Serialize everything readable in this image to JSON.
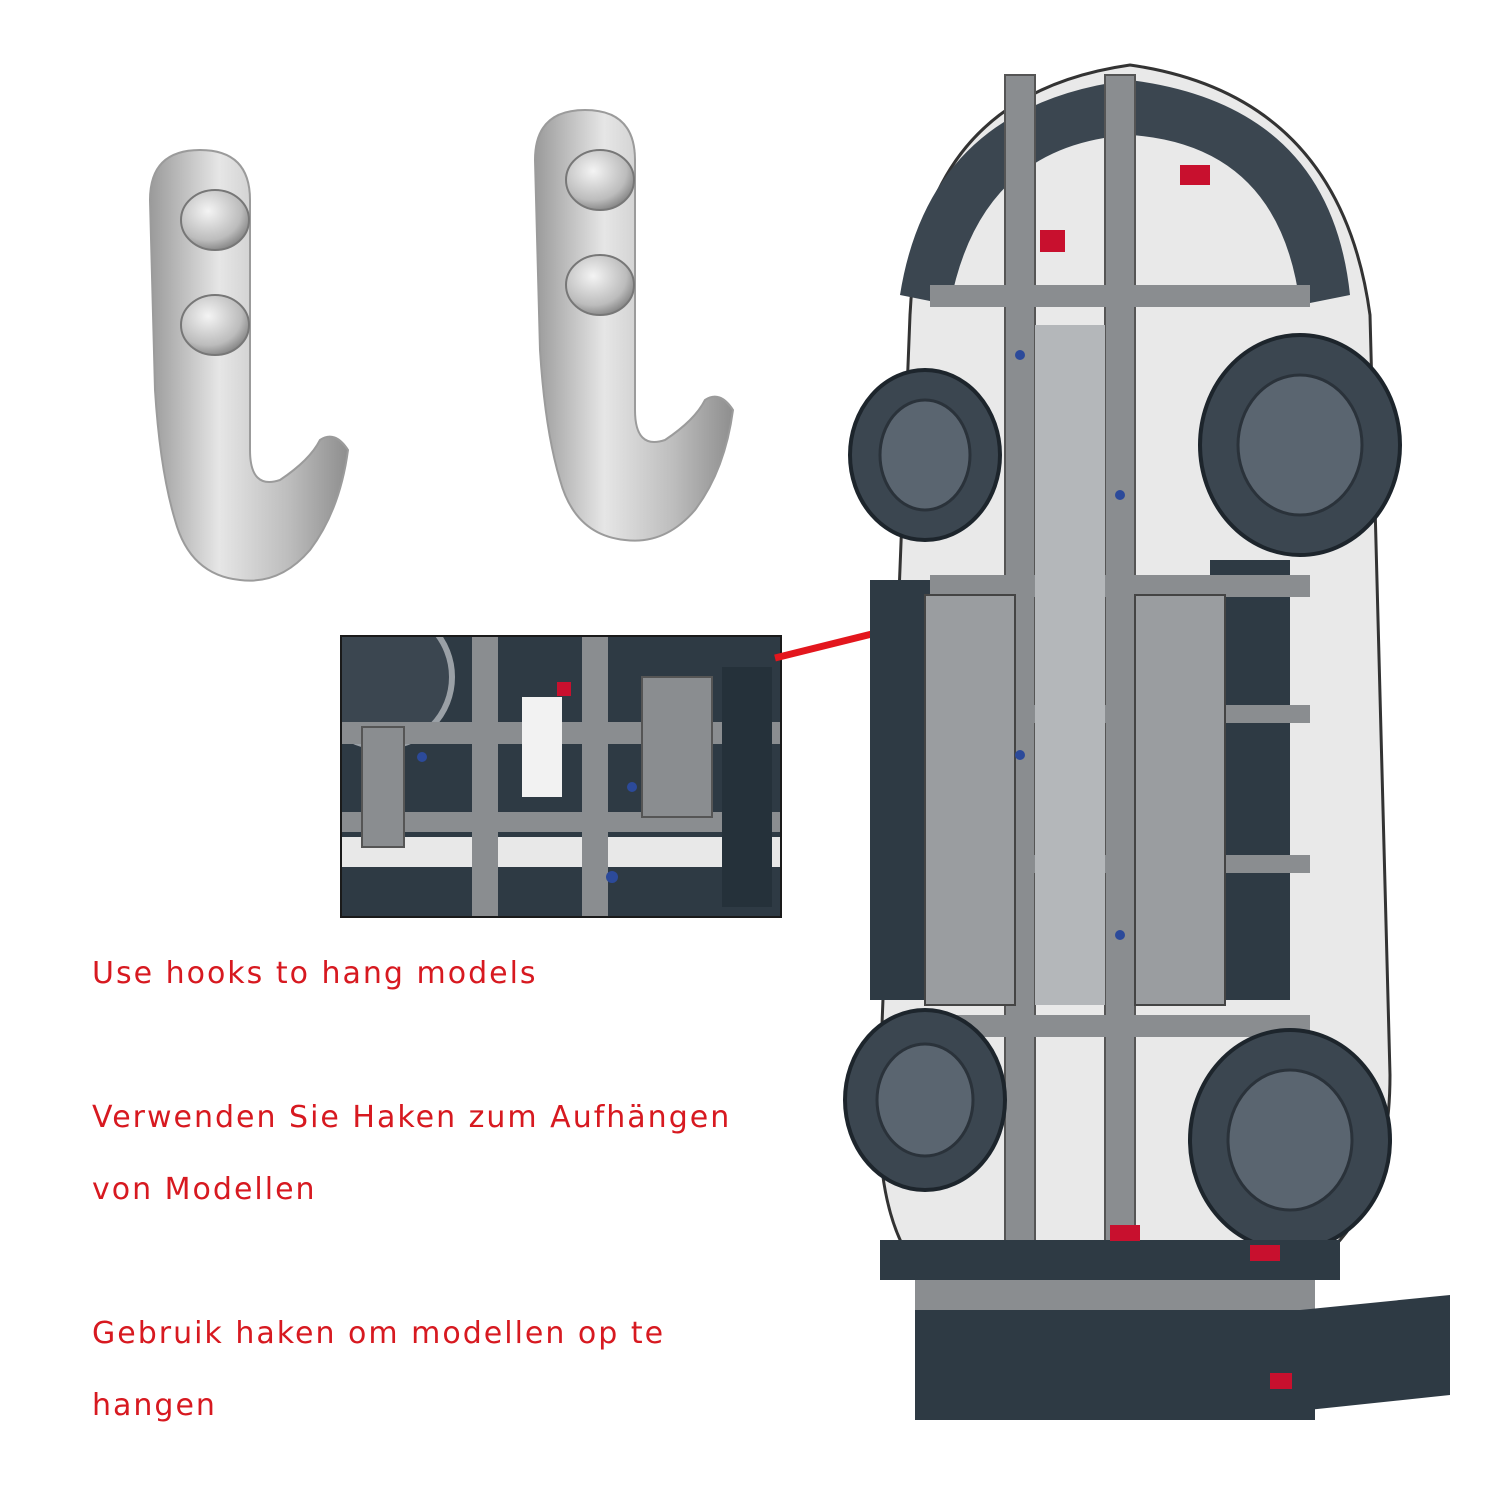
{
  "captions": {
    "en": "Use hooks to hang models",
    "de_line1": "Verwenden Sie Haken zum Aufhängen",
    "de_line2": "von Modellen",
    "nl_line1": "Gebruik haken om modellen op te",
    "nl_line2": "hangen"
  },
  "colors": {
    "caption": "#d71920",
    "arrow": "#e3161d",
    "steel": "#c9c9c9",
    "chassis_dark": "#2e3a44",
    "chassis_gray": "#8a8d90",
    "accent_red": "#c8102e"
  },
  "icons": {
    "hook": "stainless-wall-hook-icon",
    "arrow": "red-arrow-icon"
  }
}
